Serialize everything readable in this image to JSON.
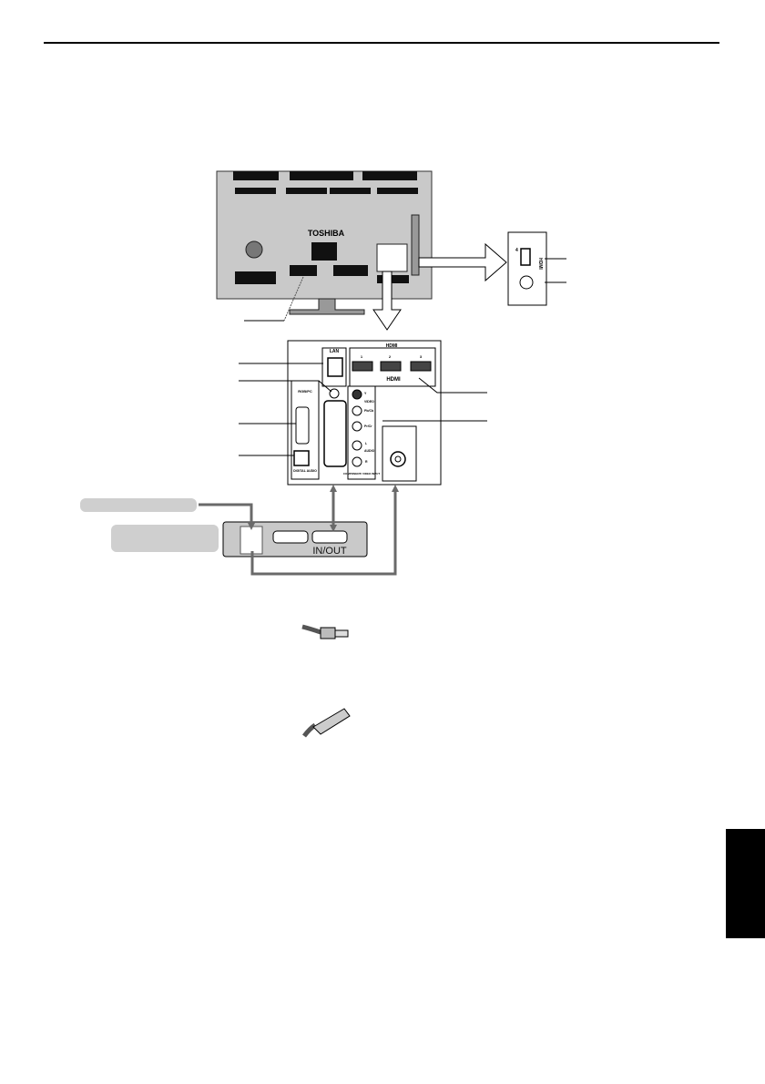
{
  "tv_back": {
    "brand": "TOSHIBA"
  },
  "side_panel": {
    "hdmi_label": "HDMI",
    "hdmi_port_number": "4"
  },
  "port_panel": {
    "lan": "LAN",
    "hdmi_header": "HDMI",
    "hdmi_ports": [
      "1",
      "2",
      "3"
    ],
    "hdmi_logo": "HDMI",
    "rgb_pc": "RGB/PC",
    "video": "VIDEO",
    "component_labels": [
      "Y",
      "Pb/Cb",
      "Pr/Cr",
      "L",
      "R"
    ],
    "audio": "AUDIO",
    "component_input": "COMPONENT/ VIDEO INPUT",
    "digital_audio": "DIGITAL AUDIO"
  },
  "external_device": {
    "scart_label": "IN/OUT"
  },
  "colors": {
    "callout_box": "#cfcfcf",
    "cable": "#6a6a6a",
    "tv_body": "#c9c9c9"
  }
}
